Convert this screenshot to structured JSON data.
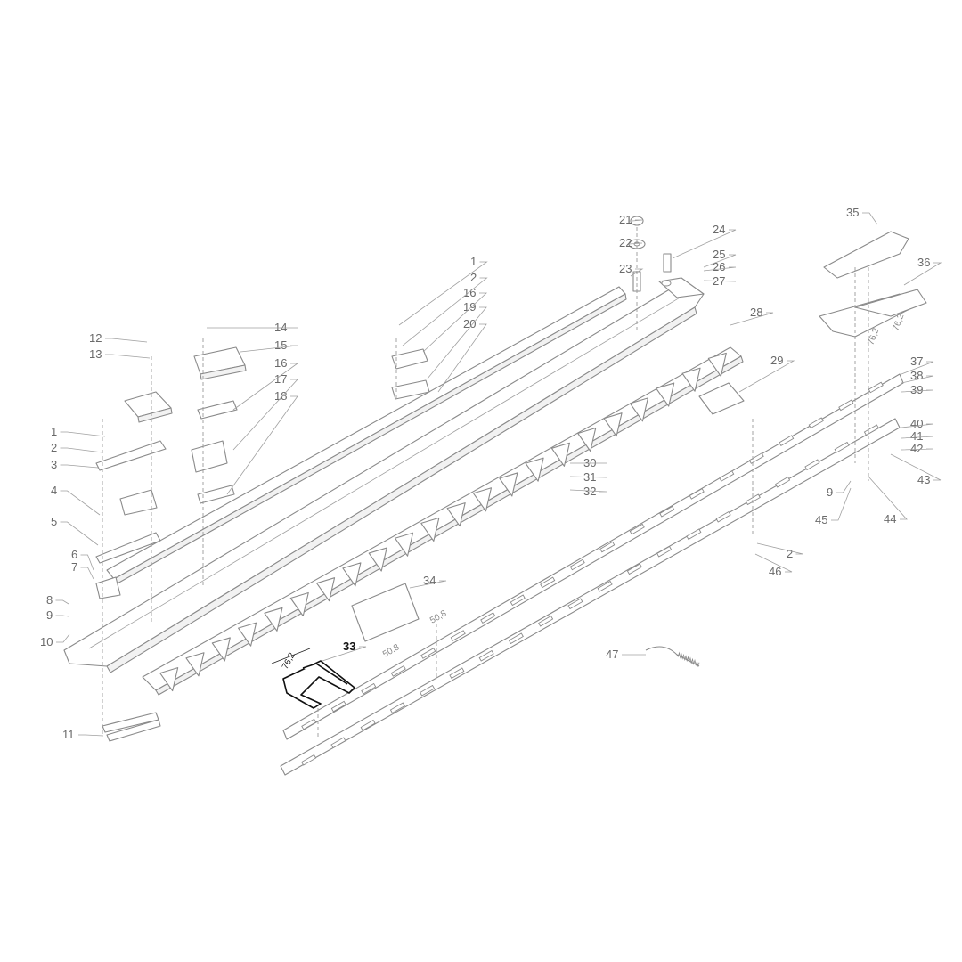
{
  "callouts": [
    {
      "id": "c1a",
      "text": "1"
    },
    {
      "id": "c2a",
      "text": "2"
    },
    {
      "id": "c3",
      "text": "3"
    },
    {
      "id": "c4",
      "text": "4"
    },
    {
      "id": "c5",
      "text": "5"
    },
    {
      "id": "c6",
      "text": "6"
    },
    {
      "id": "c7",
      "text": "7"
    },
    {
      "id": "c8",
      "text": "8"
    },
    {
      "id": "c9a",
      "text": "9"
    },
    {
      "id": "c10",
      "text": "10"
    },
    {
      "id": "c11",
      "text": "11"
    },
    {
      "id": "c12",
      "text": "12"
    },
    {
      "id": "c13",
      "text": "13"
    },
    {
      "id": "c14",
      "text": "14"
    },
    {
      "id": "c15",
      "text": "15"
    },
    {
      "id": "c16a",
      "text": "16"
    },
    {
      "id": "c17",
      "text": "17"
    },
    {
      "id": "c18",
      "text": "18"
    },
    {
      "id": "c1b",
      "text": "1"
    },
    {
      "id": "c2b",
      "text": "2"
    },
    {
      "id": "c16b",
      "text": "16"
    },
    {
      "id": "c19",
      "text": "19"
    },
    {
      "id": "c20",
      "text": "20"
    },
    {
      "id": "c21",
      "text": "21"
    },
    {
      "id": "c22",
      "text": "22"
    },
    {
      "id": "c23",
      "text": "23"
    },
    {
      "id": "c24",
      "text": "24"
    },
    {
      "id": "c25",
      "text": "25"
    },
    {
      "id": "c26",
      "text": "26"
    },
    {
      "id": "c27",
      "text": "27"
    },
    {
      "id": "c28",
      "text": "28"
    },
    {
      "id": "c29",
      "text": "29"
    },
    {
      "id": "c30",
      "text": "30"
    },
    {
      "id": "c31",
      "text": "31"
    },
    {
      "id": "c32",
      "text": "32"
    },
    {
      "id": "c33",
      "text": "33"
    },
    {
      "id": "c34",
      "text": "34"
    },
    {
      "id": "c35",
      "text": "35"
    },
    {
      "id": "c36",
      "text": "36"
    },
    {
      "id": "c37",
      "text": "37"
    },
    {
      "id": "c38",
      "text": "38"
    },
    {
      "id": "c39",
      "text": "39"
    },
    {
      "id": "c40",
      "text": "40"
    },
    {
      "id": "c41",
      "text": "41"
    },
    {
      "id": "c42",
      "text": "42"
    },
    {
      "id": "c43",
      "text": "43"
    },
    {
      "id": "c44",
      "text": "44"
    },
    {
      "id": "c45",
      "text": "45"
    },
    {
      "id": "c9b",
      "text": "9"
    },
    {
      "id": "c2c",
      "text": "2"
    },
    {
      "id": "c46",
      "text": "46"
    },
    {
      "id": "c47",
      "text": "47"
    }
  ],
  "dimensions": {
    "highlighted_width": "76,2",
    "knife_group_width": "50,8",
    "knife_group_length": "50,8",
    "top_guard_width": "76,2",
    "top_guard_length": "76,2"
  },
  "highlighted_part": "33"
}
